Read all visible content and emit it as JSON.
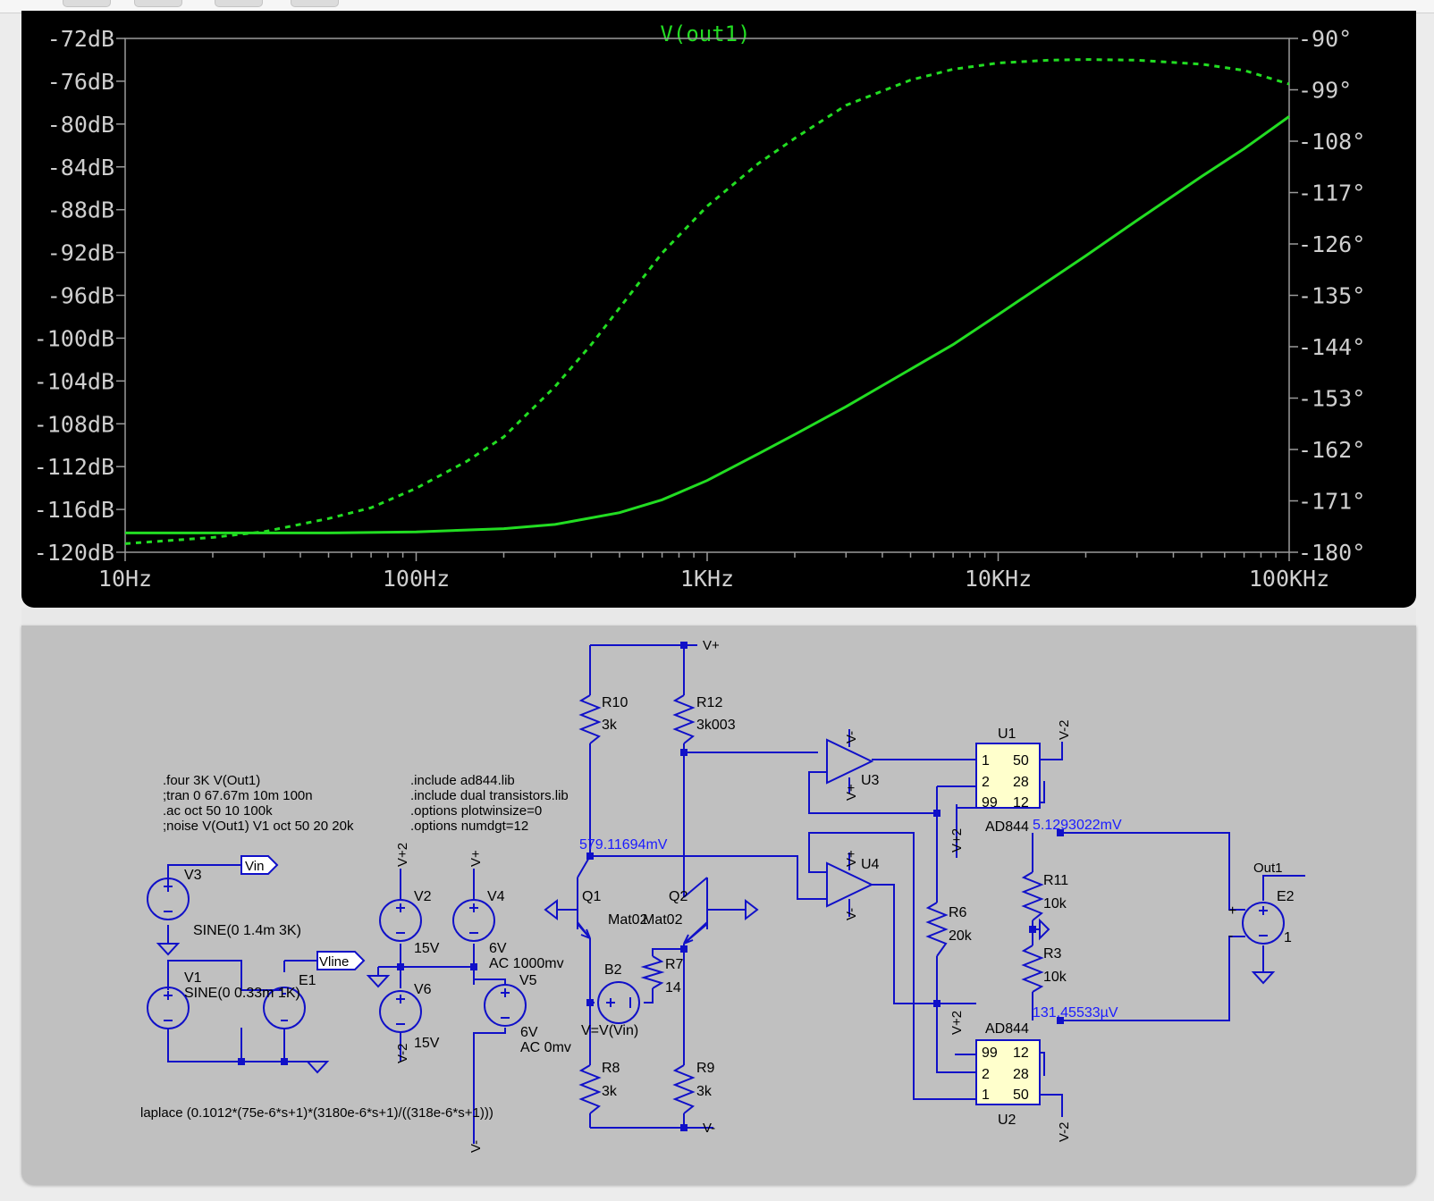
{
  "plot": {
    "title": "V(out1)",
    "colors": {
      "background": "#000000",
      "trace": "#22dd22",
      "axis": "#9a9a9a",
      "axis_text": "#cfcfcf"
    }
  },
  "chart_data": {
    "type": "line",
    "title": "V(out1)",
    "x_scale": "log",
    "xlim": [
      10,
      100000
    ],
    "x_ticks": [
      "10Hz",
      "100Hz",
      "1KHz",
      "10KHz",
      "100KHz"
    ],
    "y_left_ticks": [
      "-72dB",
      "-76dB",
      "-80dB",
      "-84dB",
      "-88dB",
      "-92dB",
      "-96dB",
      "-100dB",
      "-104dB",
      "-108dB",
      "-112dB",
      "-116dB",
      "-120dB"
    ],
    "y_left_lim": [
      -120,
      -72
    ],
    "y_right_ticks": [
      "-90°",
      "-99°",
      "-108°",
      "-117°",
      "-126°",
      "-135°",
      "-144°",
      "-153°",
      "-162°",
      "-171°",
      "-180°"
    ],
    "y_right_lim": [
      -180,
      -90
    ],
    "grid": false,
    "series": [
      {
        "style": "solid",
        "axis": "left",
        "x": [
          10,
          20,
          50,
          100,
          200,
          300,
          500,
          700,
          1000,
          1500,
          2000,
          3000,
          5000,
          7000,
          10000,
          20000,
          30000,
          50000,
          70000,
          100000
        ],
        "y": [
          -118.2,
          -118.2,
          -118.2,
          -118.1,
          -117.8,
          -117.4,
          -116.3,
          -115.1,
          -113.3,
          -110.8,
          -109.0,
          -106.4,
          -102.9,
          -100.6,
          -97.8,
          -92.3,
          -89.0,
          -84.9,
          -82.3,
          -79.3
        ]
      },
      {
        "style": "dashed",
        "axis": "right",
        "x": [
          10,
          20,
          30,
          50,
          70,
          100,
          150,
          200,
          300,
          400,
          500,
          700,
          1000,
          1500,
          2000,
          3000,
          5000,
          7000,
          10000,
          15000,
          20000,
          30000,
          50000,
          70000,
          100000
        ],
        "y": [
          -178.5,
          -177.4,
          -176.4,
          -174.1,
          -172.2,
          -168.8,
          -164.0,
          -159.8,
          -151.0,
          -143.6,
          -137.2,
          -127.6,
          -119.4,
          -111.9,
          -107.5,
          -101.7,
          -97.3,
          -95.4,
          -94.3,
          -93.8,
          -93.7,
          -93.8,
          -94.5,
          -95.6,
          -98.0
        ]
      }
    ]
  },
  "schematic": {
    "directives_left": [
      ".four 3K V(Out1)",
      ";tran 0 67.67m 10m 100n",
      ".ac oct 50 10 100k",
      ";noise V(Out1) V1 oct 50 20 20k"
    ],
    "directives_right": [
      ".include ad844.lib",
      ".include dual transistors.lib",
      ".options plotwinsize=0",
      ".options numdgt=12"
    ],
    "laplace": "laplace (0.1012*(75e-6*s+1)*(3180e-6*s+1)/((318e-6*s+1)))",
    "operating_points": [
      "579.11694mV",
      "5.1293022mV",
      "131.45533µV"
    ],
    "labels": {
      "vplus": "V+",
      "vminus": "V-",
      "vplus2": "V+2",
      "vminus2": "V-2",
      "vin": "Vin",
      "vline": "Vline",
      "out1": "Out1",
      "r10": "R10",
      "r10_val": "3k",
      "r12": "R12",
      "r12_val": "3k003",
      "r8": "R8",
      "r8_val": "3k",
      "r9": "R9",
      "r9_val": "3k",
      "r7": "R7",
      "r7_val": "14",
      "r6": "R6",
      "r6_val": "20k",
      "r11": "R11",
      "r11_val": "10k",
      "r3": "R3",
      "r3_val": "10k",
      "q1": "Q1",
      "q1_model": "Mat02",
      "q2": "Q2",
      "q2_model": "Mat02",
      "b2": "B2",
      "b2_expr": "V=V(Vin)",
      "v3": "V3",
      "v3_val": "SINE(0 1.4m 3K)",
      "v1": "V1",
      "v1_val": "SINE(0 0.33m 1K)",
      "e1": "E1",
      "e2": "E2",
      "e2_gain": "1",
      "v2": "V2",
      "v2_val": "15V",
      "v6": "V6",
      "v6_val": "15V",
      "v4": "V4",
      "v4_val": "6V",
      "v4_ac": "AC 1000mv",
      "v5": "V5",
      "v5_val": "6V",
      "v5_ac": "AC 0mv",
      "u1": "U1",
      "u2": "U2",
      "u3": "U3",
      "u4": "U4",
      "ad844": "AD844",
      "pin1": "1",
      "pin2": "2",
      "pin99": "99",
      "pin50": "50",
      "pin28": "28",
      "pin12": "12",
      "plus": "+",
      "minus": "-"
    },
    "colors": {
      "background": "#c0c0c0",
      "wire": "#1010c8",
      "text": "#000000",
      "op_text": "#1a1aff",
      "ic_fill": "#ffffcc"
    }
  }
}
